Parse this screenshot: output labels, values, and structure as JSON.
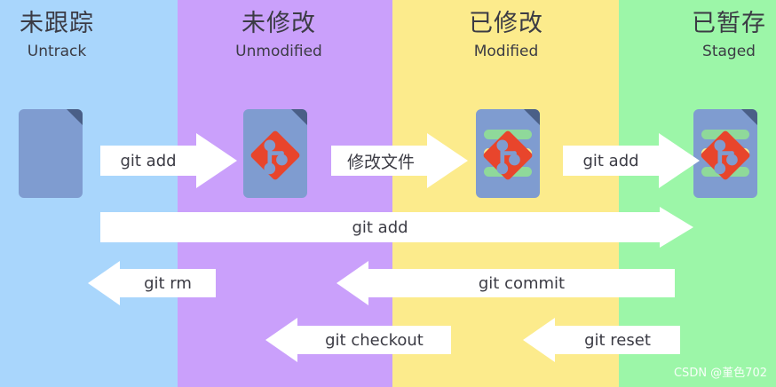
{
  "columns": [
    {
      "id": "untracked",
      "cn": "未跟踪",
      "en": "Untrack",
      "color": "#a9d6fc"
    },
    {
      "id": "unmodified",
      "cn": "未修改",
      "en": "Unmodified",
      "color": "#caa0fb"
    },
    {
      "id": "modified",
      "cn": "已修改",
      "en": "Modified",
      "color": "#fceb8c"
    },
    {
      "id": "staged",
      "cn": "已暂存",
      "en": "Staged",
      "color": "#9cf6a8"
    }
  ],
  "files": [
    {
      "id": "untracked",
      "kind": "plain-file",
      "icon": "blank-file-icon"
    },
    {
      "id": "unmodified",
      "kind": "git-file",
      "icon": "git-file-icon"
    },
    {
      "id": "modified",
      "kind": "git-file-bars",
      "icon": "git-file-modified-icon"
    },
    {
      "id": "staged",
      "kind": "git-file-bars",
      "icon": "git-file-staged-icon"
    }
  ],
  "arrows": [
    {
      "id": "add-untracked-to-unmodified",
      "label": "git add",
      "direction": "right"
    },
    {
      "id": "modify-file",
      "label": "修改文件",
      "direction": "right"
    },
    {
      "id": "add-modified-to-staged",
      "label": "git add",
      "direction": "right"
    },
    {
      "id": "add-full-span",
      "label": "git add",
      "direction": "right"
    },
    {
      "id": "git-rm",
      "label": "git rm",
      "direction": "left"
    },
    {
      "id": "git-commit",
      "label": "git commit",
      "direction": "left"
    },
    {
      "id": "git-checkout",
      "label": "git checkout",
      "direction": "left"
    },
    {
      "id": "git-reset",
      "label": "git reset",
      "direction": "left"
    }
  ],
  "watermark": "CSDN @堇色702",
  "theme": {
    "arrow_fill": "#ffffff",
    "text_color": "#3b3b44",
    "git_logo_color": "#e8452c",
    "file_body_color": "#7f9cd0",
    "file_fold_color": "#4a5f87"
  }
}
